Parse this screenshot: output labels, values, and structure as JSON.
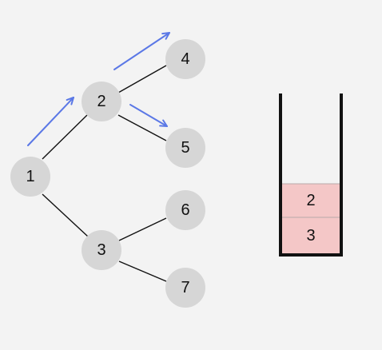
{
  "colors": {
    "node_fill": "#d6d6d6",
    "arrow": "#5b78e6",
    "stack_cell_fill": "#f4c7c7",
    "background": "#f3f3f3"
  },
  "tree": {
    "nodes": [
      {
        "id": "n1",
        "label": "1"
      },
      {
        "id": "n2",
        "label": "2"
      },
      {
        "id": "n3",
        "label": "3"
      },
      {
        "id": "n4",
        "label": "4"
      },
      {
        "id": "n5",
        "label": "5"
      },
      {
        "id": "n6",
        "label": "6"
      },
      {
        "id": "n7",
        "label": "7"
      }
    ],
    "edges": [
      {
        "from": "1",
        "to": "2"
      },
      {
        "from": "1",
        "to": "3"
      },
      {
        "from": "2",
        "to": "4"
      },
      {
        "from": "2",
        "to": "5"
      },
      {
        "from": "3",
        "to": "6"
      },
      {
        "from": "3",
        "to": "7"
      }
    ],
    "traversal_arrows": [
      {
        "from": "1",
        "to": "2"
      },
      {
        "from": "2",
        "to": "4"
      },
      {
        "from": "2",
        "to": "5"
      }
    ]
  },
  "stack": {
    "items": [
      "2",
      "3"
    ]
  }
}
